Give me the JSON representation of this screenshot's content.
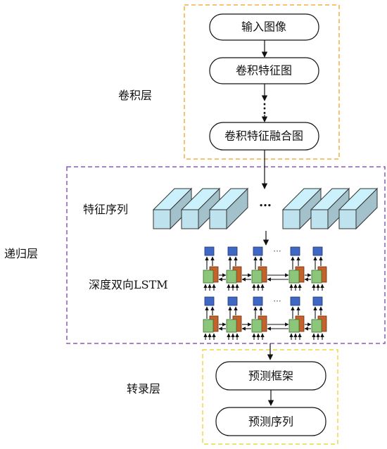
{
  "layers": {
    "conv": "卷积层",
    "recurrent": "递归层",
    "transcription": "转录层"
  },
  "boxes": {
    "input_image": "输入图像",
    "conv_feature_map": "卷积特征图",
    "conv_fusion_map": "卷积特征融合图",
    "predict_frame": "预测框架",
    "predict_seq": "预测序列"
  },
  "labels": {
    "feature_sequence": "特征序列",
    "deep_bilstm": "深度双向LSTM"
  },
  "ellipses": {
    "vertical": "⋮",
    "horizontal": "…",
    "small": "···"
  },
  "colors": {
    "conv_border": "#f2b040",
    "recurrent_border": "#8a5cb4",
    "transcription_border": "#e8d840",
    "prism_face": "#bfe3ee",
    "lstm_cell_green": "#8cc67a",
    "lstm_cell_orange": "#c5622c",
    "lstm_output_blue": "#3f68c4"
  }
}
